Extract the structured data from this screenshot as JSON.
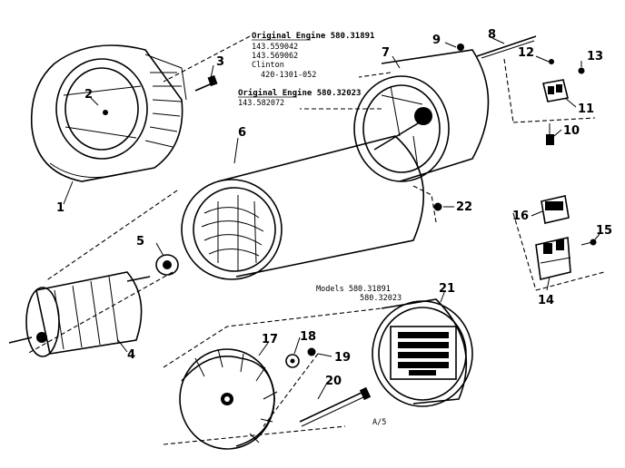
{
  "notes": {
    "engine1_heading": "Original Engine 580.31891",
    "engine1_lines": [
      "143.559042",
      "143.569062",
      "Clinton",
      "420-1301-052"
    ],
    "engine2_heading": "Original Engine 580.32023",
    "engine2_line": "143.582072",
    "models_label": "Models 580.31891",
    "models_line2": "580.32023",
    "page_ref": "A/5"
  },
  "callouts": {
    "c1": "1",
    "c2": "2",
    "c3": "3",
    "c4": "4",
    "c5": "5",
    "c6": "6",
    "c7": "7",
    "c8": "8",
    "c9": "9",
    "c10": "10",
    "c11": "11",
    "c12": "12",
    "c13": "13",
    "c14": "14",
    "c15": "15",
    "c16": "16",
    "c17": "17",
    "c18": "18",
    "c19": "19",
    "c20": "20",
    "c21": "21",
    "c22": "22"
  }
}
